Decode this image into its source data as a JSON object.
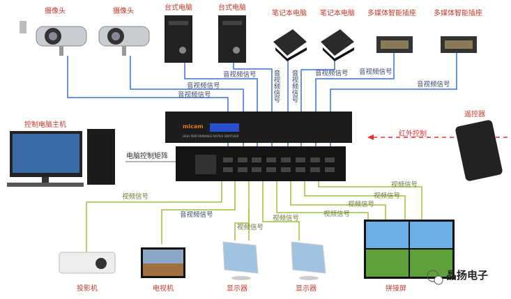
{
  "sources": {
    "camera1": "摄像头",
    "camera2": "摄像头",
    "desktop1": "台式电脑",
    "desktop2": "台式电脑",
    "laptop1": "笔记本电脑",
    "laptop2": "笔记本电脑",
    "socket1": "多媒体智能插座",
    "socket2": "多媒体智能插座"
  },
  "input_signals": [
    "音视频信号",
    "音视频信号",
    "音视频信号",
    "音视频信号",
    "音视频信号",
    "音视频信号",
    "音视频信号",
    "音视频信号"
  ],
  "control": {
    "host_label": "控制电脑主机",
    "matrix_control_label": "电脑控制矩阵",
    "remote_label": "遥控器",
    "ir_label": "红外控制"
  },
  "matrix": {
    "brand": "micam",
    "model_text": "HIGH PERFORMANCE MATRIX SWITCHER"
  },
  "output_signals": [
    "视频信号",
    "音视频信号",
    "视频信号",
    "视频信号",
    "视频信号",
    "视频信号",
    "视频信号",
    "视频信号"
  ],
  "outputs": {
    "projector": "投影机",
    "tv": "电视机",
    "monitor1": "显示器",
    "monitor2": "显示器",
    "video_wall": "拼接屏"
  },
  "watermark": "晶扬电子",
  "colors": {
    "input_line": "#3b6fd8",
    "output_line": "#9cc23a",
    "ir_line": "#e03030",
    "label_red": "#c0392b"
  }
}
